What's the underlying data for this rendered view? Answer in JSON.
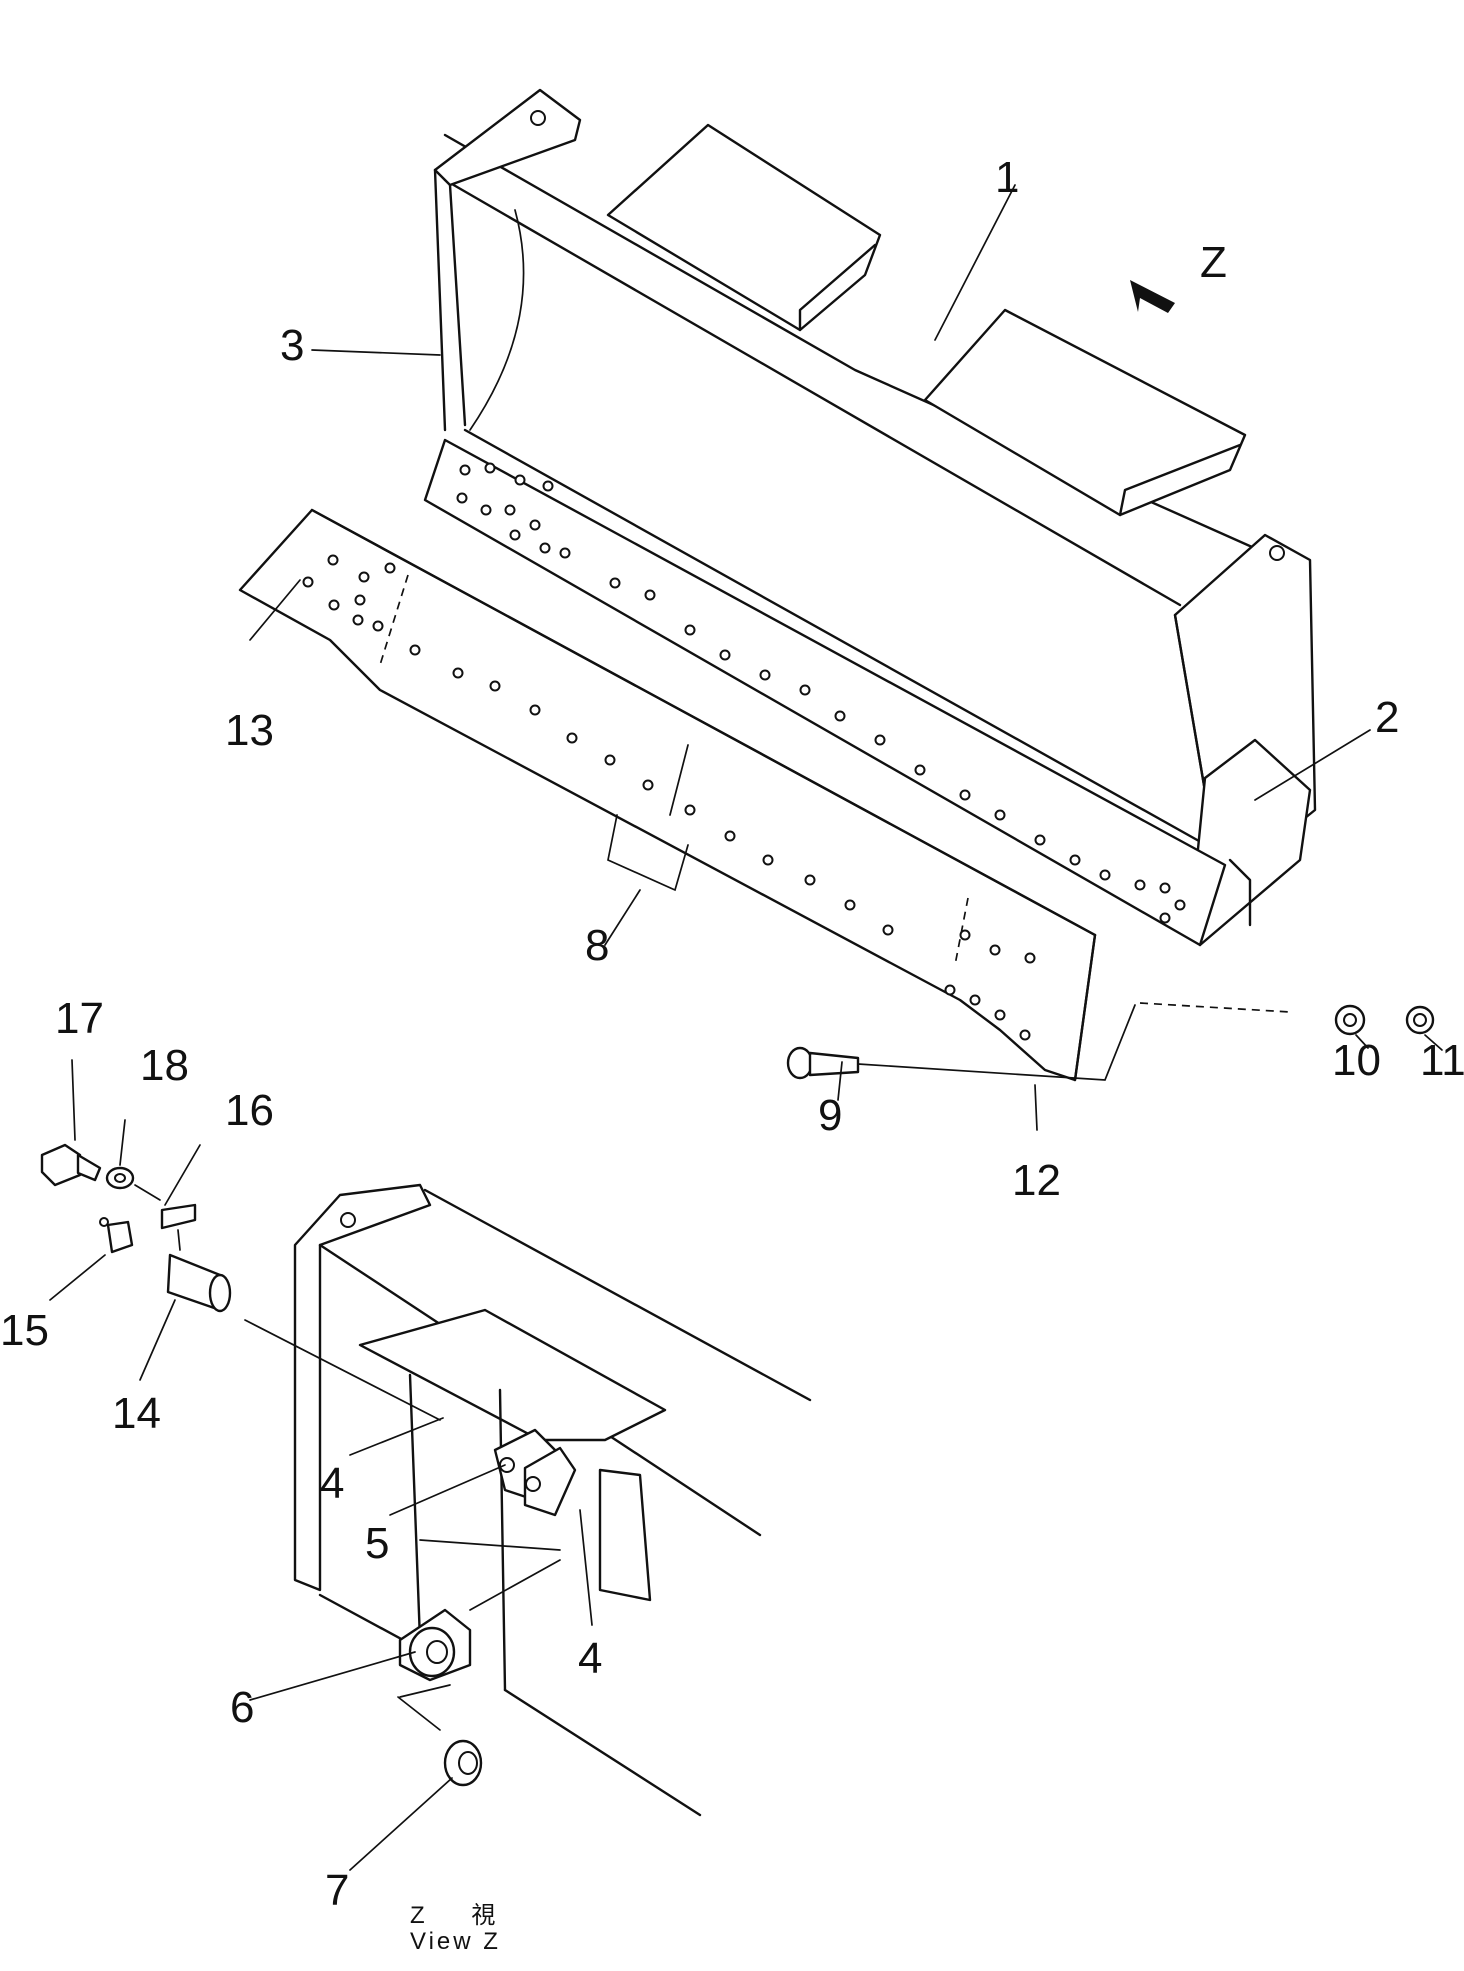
{
  "view_arrow_label": "Z",
  "callouts": [
    "1",
    "2",
    "3",
    "4",
    "4",
    "5",
    "6",
    "7",
    "8",
    "9",
    "10",
    "11",
    "12",
    "13",
    "14",
    "15",
    "16",
    "17",
    "18"
  ],
  "caption": {
    "line1_letter": "Z",
    "line1_kanji": "視",
    "line2": "View  Z"
  }
}
